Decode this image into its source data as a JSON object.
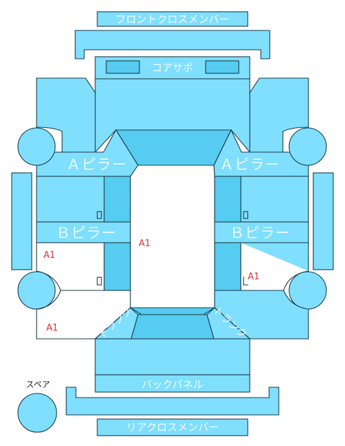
{
  "labels": {
    "front_cross_member": "フロントクロスメンバー",
    "core_support": "コアサポ",
    "a_pillar_left": "Ａピラー",
    "a_pillar_right": "Ａピラー",
    "b_pillar_left": "Ｂピラー",
    "b_pillar_right": "Ｂピラー",
    "back_panel": "バックパネル",
    "rear_cross_member": "リアクロスメンバー",
    "spare": "スペア",
    "trunk_left": "トランク",
    "trunk_right": "トランク"
  },
  "damage_markers": {
    "a1_left_door": "A1",
    "a1_center": "A1",
    "a1_right_door": "A1",
    "a1_rear_left": "A1"
  },
  "colors": {
    "panel": "#7fdffd",
    "panel_dark": "#55ccf0",
    "outline": "#1a3a4a",
    "marker": "#e0303a"
  }
}
